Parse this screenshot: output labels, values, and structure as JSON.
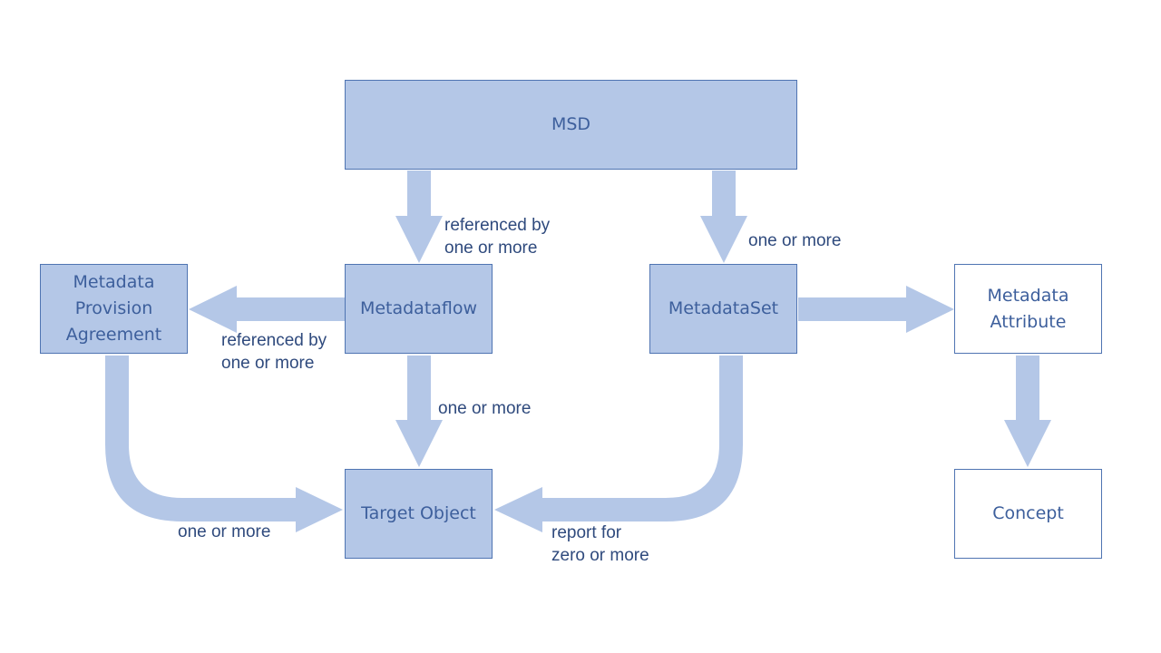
{
  "colors": {
    "arrow": "#b4c7e7",
    "box_fill": "#b4c7e7",
    "box_border": "#4f74b2",
    "box_text": "#3d5f9c",
    "label_text": "#2f4a7d"
  },
  "nodes": {
    "msd": "MSD",
    "metadataflow": "Metadataflow",
    "metadataset": "MetadataSet",
    "provision_agreement": "Metadata\nProvision\nAgreement",
    "metadata_attribute": "Metadata\nAttribute",
    "target_object": "Target Object",
    "concept": "Concept"
  },
  "edge_labels": {
    "msd_to_metadataflow": "referenced by\none or more",
    "msd_to_metadataset": "one or more",
    "metadataflow_to_provision": "referenced by\none or more",
    "metadataflow_to_target": "one or more",
    "provision_to_target": "one or more",
    "metadataset_to_target": "report for\nzero or more"
  }
}
